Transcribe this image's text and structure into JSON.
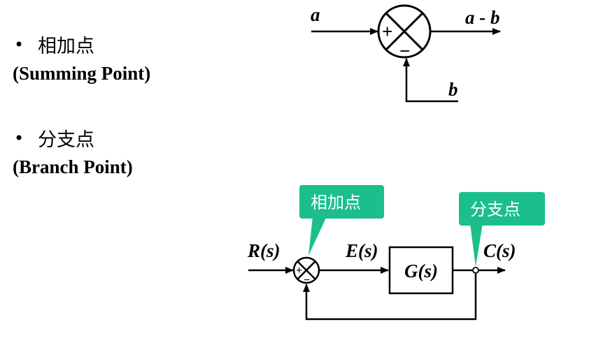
{
  "items": [
    {
      "bullet": "•",
      "title": "相加点",
      "subtitle": "(Summing Point)"
    },
    {
      "bullet": "•",
      "title": "分支点",
      "subtitle": "(Branch Point)"
    }
  ],
  "summing_diagram": {
    "input_a": "a",
    "input_b": "b",
    "output": "a - b",
    "plus_sign": "+",
    "minus_sign": "−"
  },
  "loop_diagram": {
    "input": "R(s)",
    "error": "E(s)",
    "block": "G(s)",
    "output": "C(s)",
    "plus_sign": "+",
    "minus_sign": "−",
    "callout_summing": "相加点",
    "callout_branch": "分支点"
  },
  "colors": {
    "callout_fill": "#1cbf8c",
    "stroke": "#000000"
  }
}
